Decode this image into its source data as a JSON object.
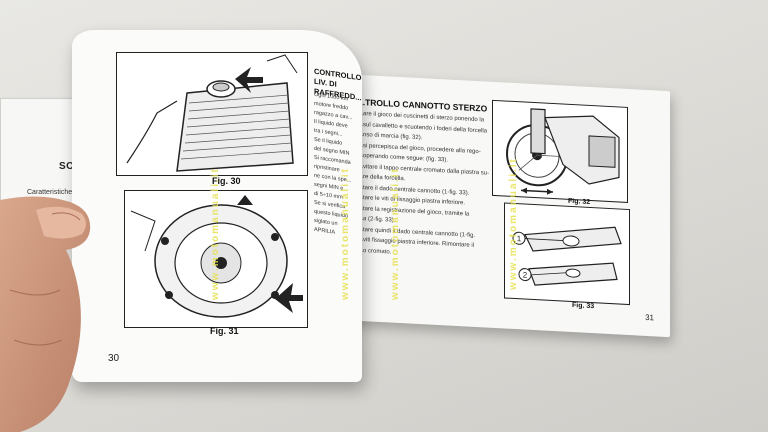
{
  "background_booklet": {
    "title": "SOM",
    "subtitle": "Caratteristiche tecniche"
  },
  "left_page": {
    "page_number": "30",
    "figures": [
      {
        "caption": "Fig. 30"
      },
      {
        "caption": "Fig. 31"
      }
    ],
    "side_heading": "CONTROLLO LIV. DI RAFFREDD...",
    "side_text_lines": [
      "Ogni 1000 km",
      "motore freddo",
      "ragazzo a cav...",
      "Il liquido deve",
      "tra i segni...",
      "Se il liquido",
      "del segno MIN",
      "Si raccomanda",
      "ripristinare",
      "ne con la spe...",
      "segni MIN e",
      "di 5÷10 mm",
      "Se si verifica",
      "questo liquido",
      "siglato un",
      "APRILIA"
    ]
  },
  "right_page": {
    "page_number": "31",
    "heading": "...TROLLO CANNOTTO STERZO",
    "text_lines": [
      "...are il gioco dei cuscinetti di sterzo ponendo la",
      "...sul cavalletto e scuotendo i foderi della forcella",
      "...nso di marcia (fig. 32).",
      "...si percepisca del gioco, procedere alla rego-",
      "...operando come segue: (fig. 33).",
      "...vitare il tappo centrale cromato dalla piastra su-",
      "...re della forcella.",
      "...tare il dado centrale cannotto (1-fig. 33).",
      "...tare le viti di fissaggio piastra inferiore.",
      "...tare la registrazione del gioco, tramite la",
      "...a (2-fig. 33).",
      "...tare quindi il dado centrale cannotto (1-fig.",
      "...viti fissaggio piastra inferiore. Rimontare il",
      "...o cromato."
    ],
    "figures": [
      {
        "caption": "Fig. 32"
      },
      {
        "caption": "Fig. 33",
        "markers": [
          "1",
          "2"
        ]
      }
    ]
  },
  "watermark": {
    "text": "www.motomanuali.it",
    "color": "#e7e04d"
  },
  "colors": {
    "page": "#fbfbfa",
    "ink": "#222222",
    "background": "#dcdad5"
  }
}
